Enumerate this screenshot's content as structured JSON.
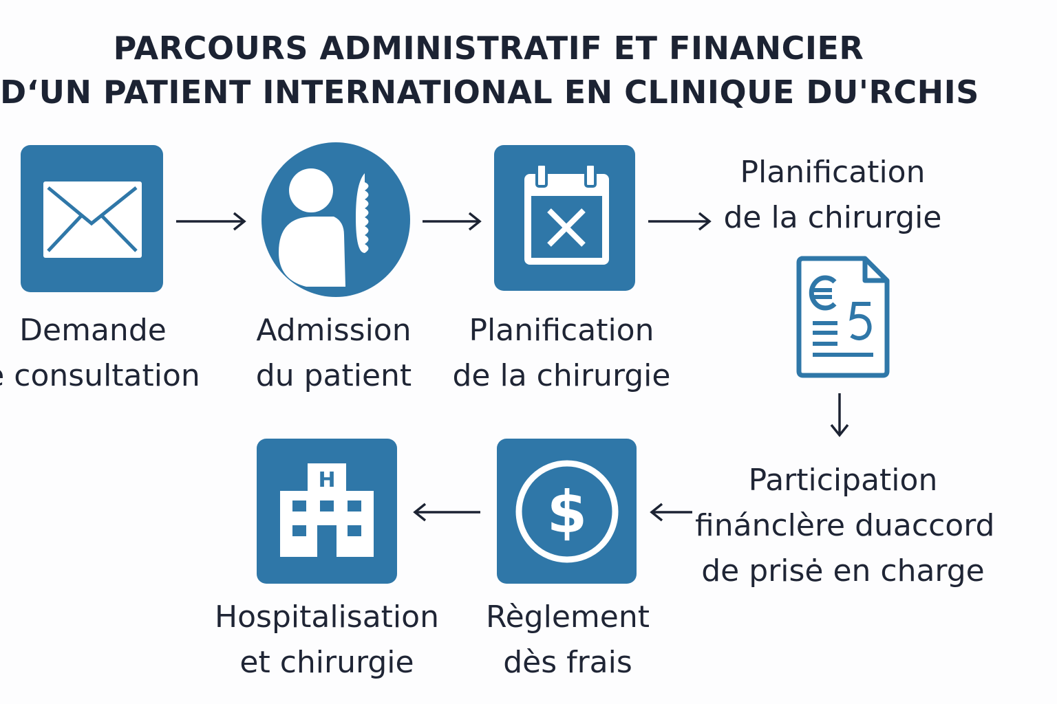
{
  "title": {
    "line1": "PARCOURS ADMINISTRATIF ET FINANCIER",
    "line2": "D‘UN PATIENT INTERNATIONAL EN CLINIQUE DU'RCHIS"
  },
  "steps": [
    {
      "line1": "Demande",
      "line2": "e consultation",
      "icon": "envelope-icon"
    },
    {
      "line1": "Admission",
      "line2": "du patient",
      "icon": "patient-spine-icon"
    },
    {
      "line1": "Planification",
      "line2": "de la chirurgie",
      "icon": "calendar-icon"
    },
    {
      "line1": "Planification",
      "line2": "de la chirurgie",
      "icon": ""
    },
    {
      "line1": "Participation",
      "line2": "finánclère duaccord",
      "line3": "de prisė en charge",
      "icon": "euro-invoice-icon"
    },
    {
      "line1": "Règlement",
      "line2": "dès frais",
      "icon": "dollar-coin-icon"
    },
    {
      "line1": "Hospitalisation",
      "line2": "et chirurgie",
      "icon": "hospital-icon"
    }
  ],
  "colors": {
    "accent": "#2f77a8",
    "text": "#1f2535",
    "background": "#fdfdfe"
  }
}
